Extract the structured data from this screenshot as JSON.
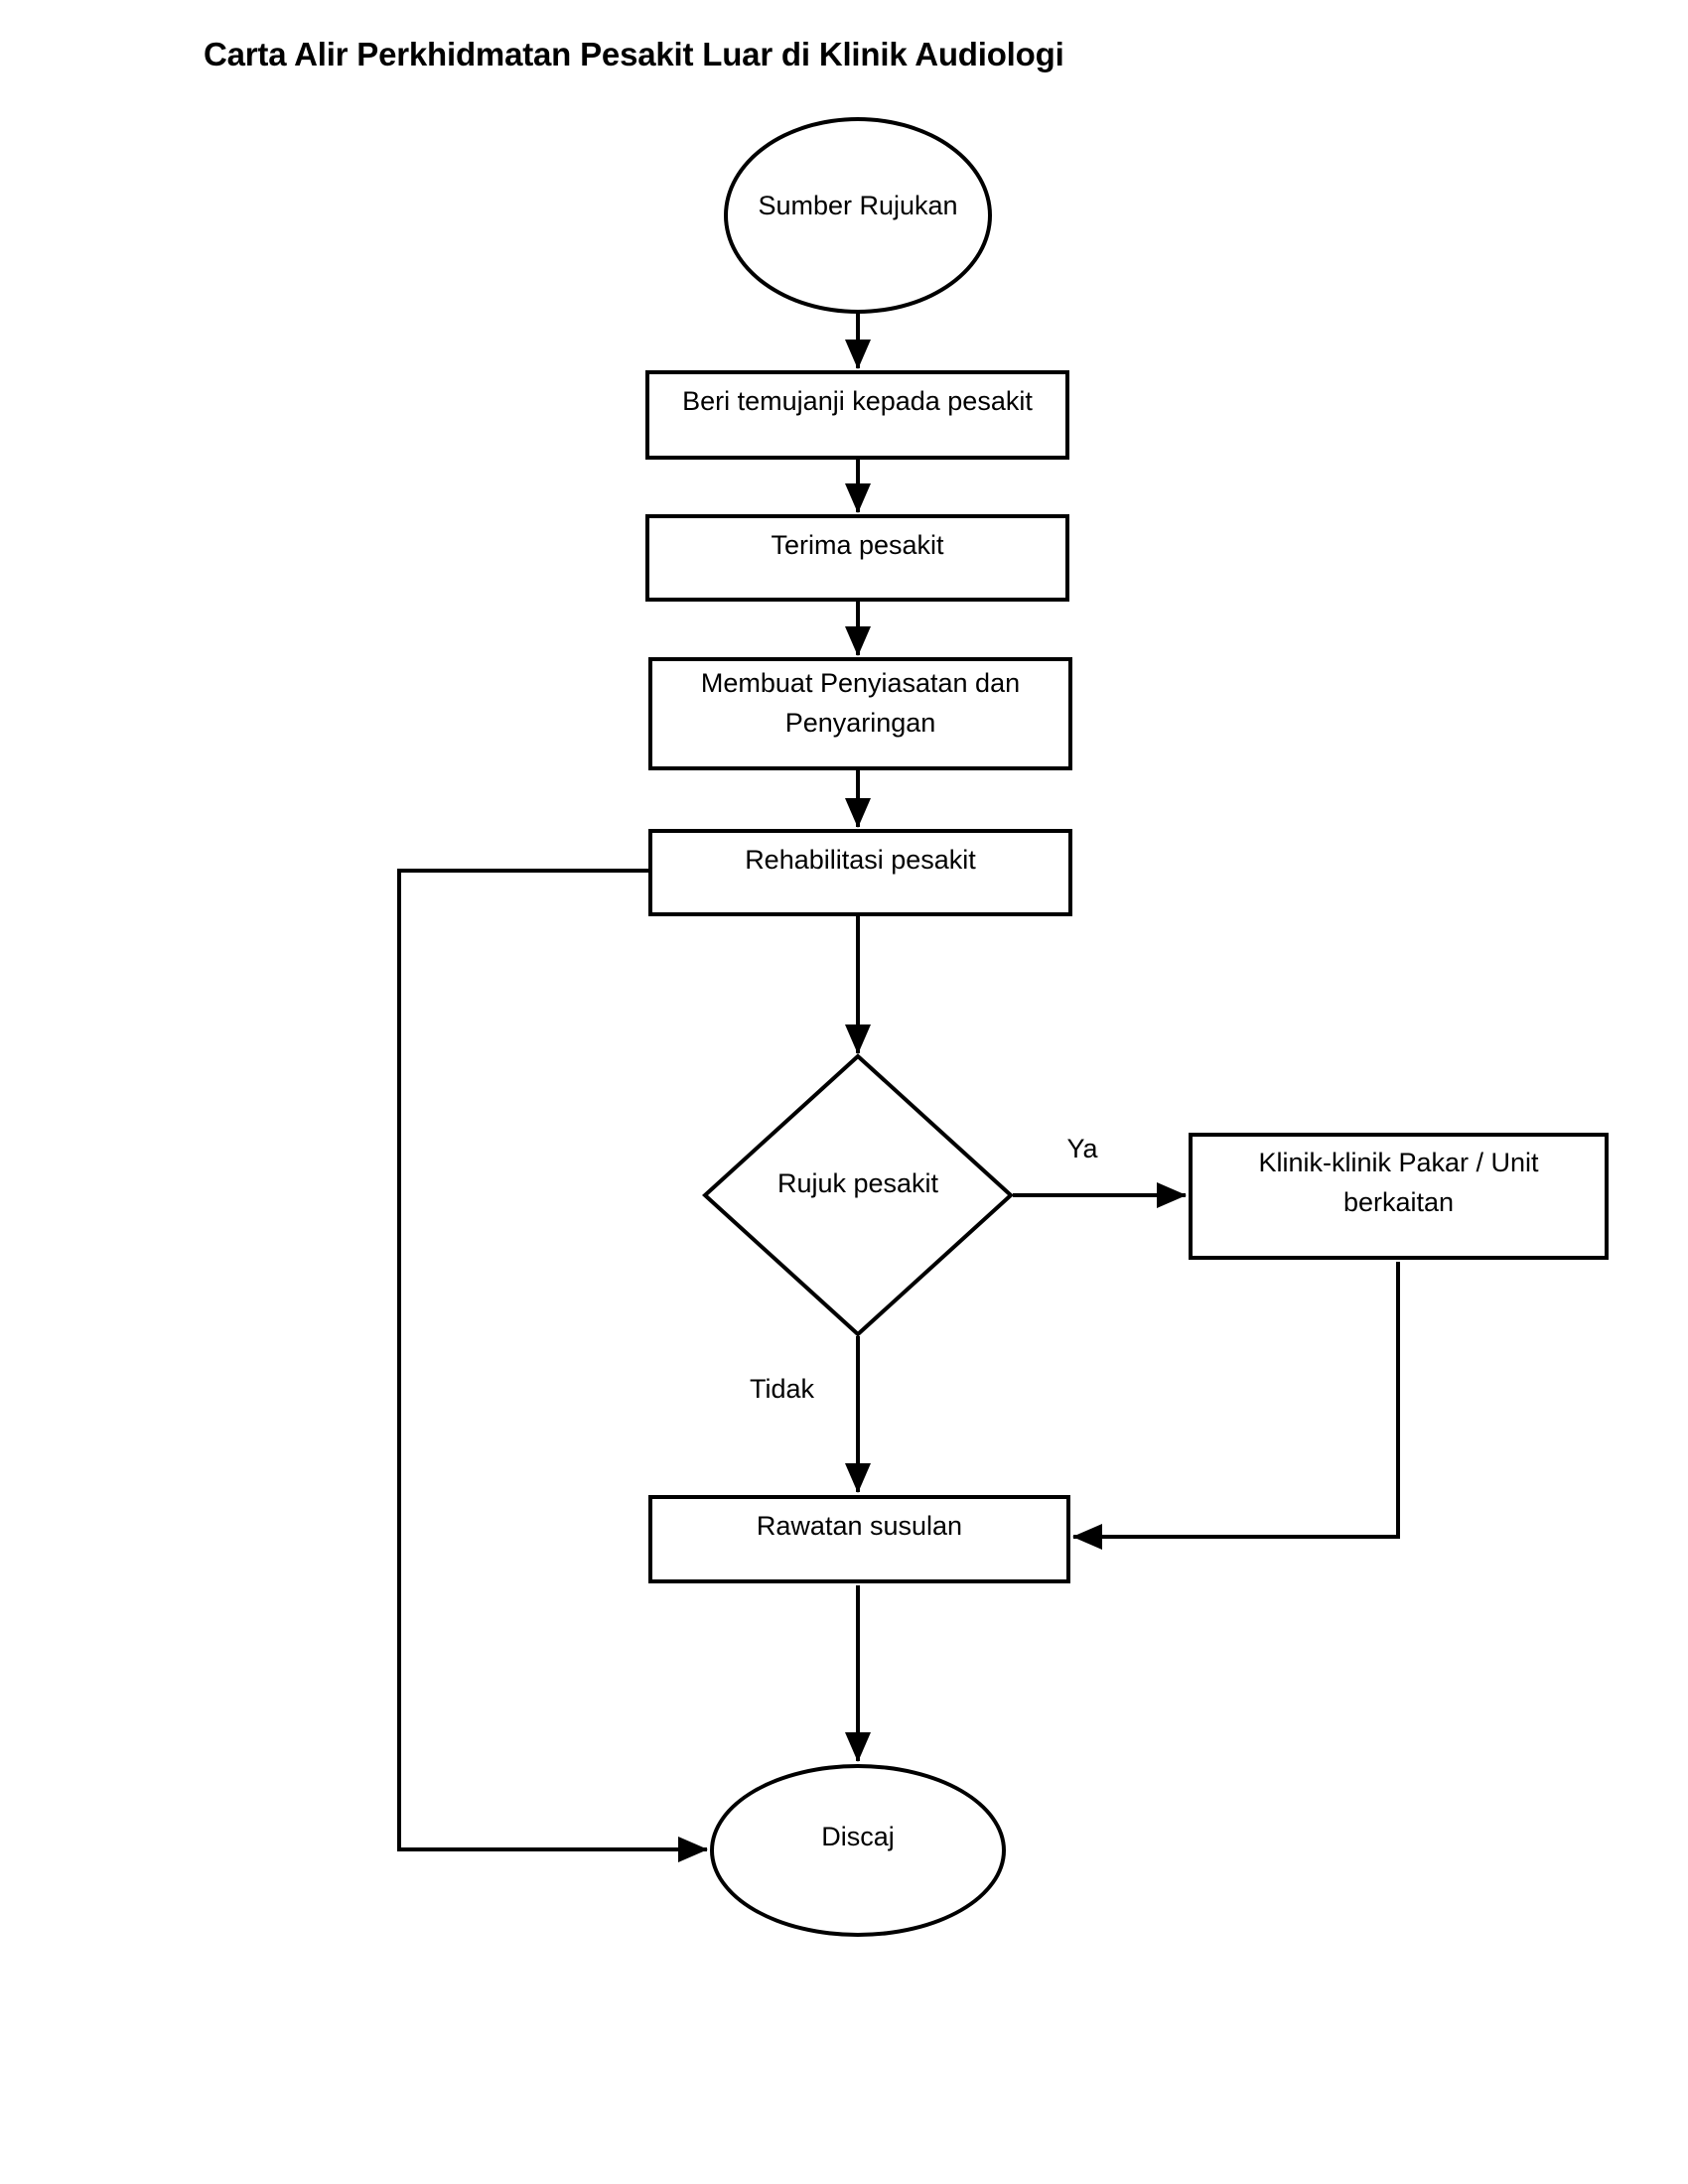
{
  "page": {
    "title": "Carta Alir Perkhidmatan Pesakit Luar di Klinik Audiologi"
  },
  "flowchart": {
    "nodes": {
      "start": {
        "shape": "terminator",
        "label": "Sumber Rujukan"
      },
      "appointment": {
        "shape": "process",
        "label": "Beri temujanji kepada pesakit"
      },
      "receive": {
        "shape": "process",
        "label": "Terima pesakit"
      },
      "screening": {
        "shape": "process",
        "lines": [
          "Membuat Penyiasatan dan",
          "Penyaringan"
        ]
      },
      "rehabilitation": {
        "shape": "process",
        "label": "Rehabilitasi pesakit"
      },
      "refer_decision": {
        "shape": "decision",
        "label": "Rujuk pesakit"
      },
      "specialist_clinics": {
        "shape": "process",
        "lines": [
          "Klinik-klinik Pakar / Unit",
          "berkaitan"
        ]
      },
      "follow_up": {
        "shape": "process",
        "label": "Rawatan susulan"
      },
      "discharge": {
        "shape": "terminator",
        "label": "Discaj"
      }
    },
    "edge_labels": {
      "yes": "Ya",
      "no": "Tidak"
    },
    "colors": {
      "stroke": "#000000",
      "text": "#000000",
      "background": "#ffffff"
    }
  }
}
